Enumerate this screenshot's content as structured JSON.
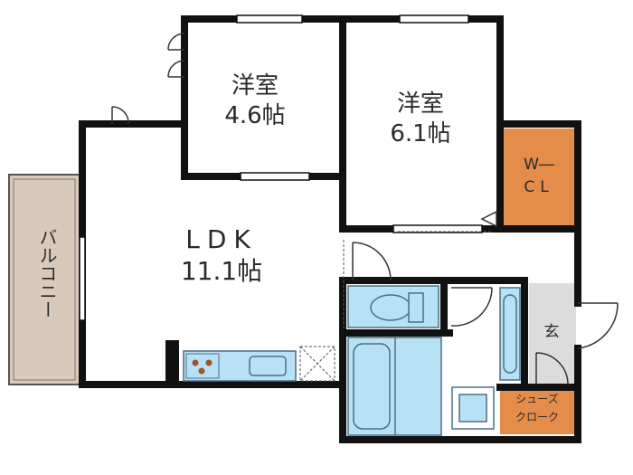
{
  "rooms": {
    "western_room_a": {
      "name": "洋室",
      "size": "4.6帖"
    },
    "western_room_b": {
      "name": "洋室",
      "size": "6.1帖"
    },
    "walk_in_closet": {
      "line1": "W―",
      "line2": "CL"
    },
    "ldk": {
      "name": "LDK",
      "size": "11.1帖"
    },
    "balcony": {
      "name": "バルコニー"
    },
    "entrance": {
      "name": "玄"
    },
    "shoe_closet": {
      "line1": "シューズ",
      "line2": "クローク"
    }
  },
  "colors": {
    "wall": "#111111",
    "balcony_fill": "#d8c9bb",
    "closet_fill": "#e48c4a",
    "fixture_fill": "#b9e1f5",
    "fixture_stroke": "#4a6f86",
    "entrance_fill": "#dcdcdc"
  }
}
